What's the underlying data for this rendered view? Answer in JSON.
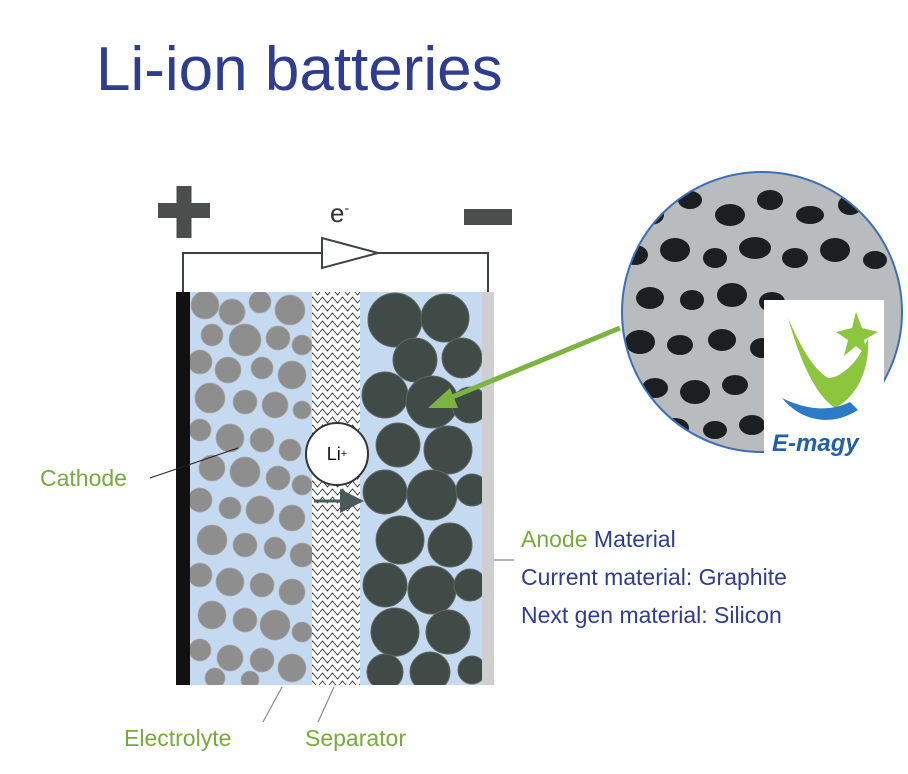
{
  "title": "Li-ion batteries",
  "electron_label": "e",
  "electron_sup": "-",
  "ion_label": "Li",
  "ion_sup": "+",
  "cathode_label": "Cathode",
  "electrolyte_label": "Electrolyte",
  "separator_label": "Separator",
  "anode_word": "Anode",
  "material_word": "Material",
  "current_material": "Current material: Graphite",
  "next_material": "Next gen material: Silicon",
  "logo_text": "E-magy",
  "colors": {
    "title": "#2e3d8f",
    "green_label": "#78aa3c",
    "electrolyte": "#c5daf0",
    "anode_particle": "#404b48",
    "cathode_particle": "#8e8e8e",
    "arrow": "#7cb342"
  }
}
